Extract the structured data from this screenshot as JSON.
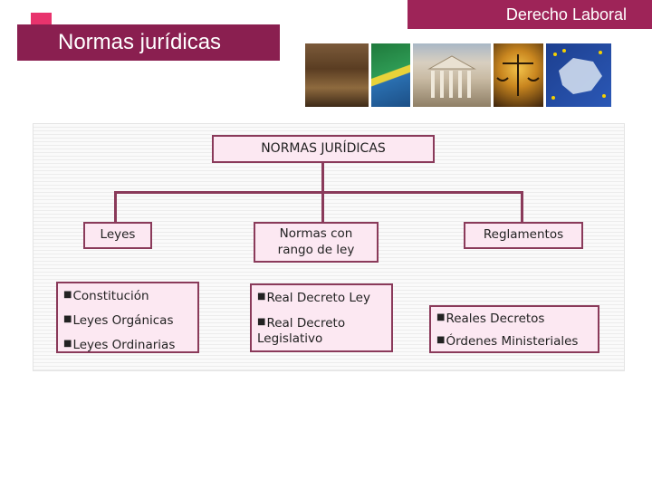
{
  "header": {
    "course_label": "Derecho Laboral",
    "slide_title": "Normas jurídicas"
  },
  "images": [
    "parliament-session-photo",
    "estatuto-trabajadores-book-cover",
    "congress-building-photo",
    "scales-of-justice-photo",
    "eu-map-flags-photo"
  ],
  "colors": {
    "banner": "#9e2458",
    "title": "#8a1f50",
    "accent": "#e8336d",
    "box_fill": "#fce8f2",
    "box_border": "#8a3a5a"
  },
  "diagram": {
    "root": "NORMAS JURÍDICAS",
    "branches": [
      {
        "label": "Leyes",
        "items": [
          "Constitución",
          "Leyes Orgánicas",
          "Leyes Ordinarias"
        ]
      },
      {
        "label": "Normas con rango de ley",
        "items": [
          "Real Decreto Ley",
          "Real Decreto Legislativo"
        ]
      },
      {
        "label": "Reglamentos",
        "items": [
          "Reales Decretos",
          "Órdenes Ministeriales"
        ]
      }
    ]
  }
}
